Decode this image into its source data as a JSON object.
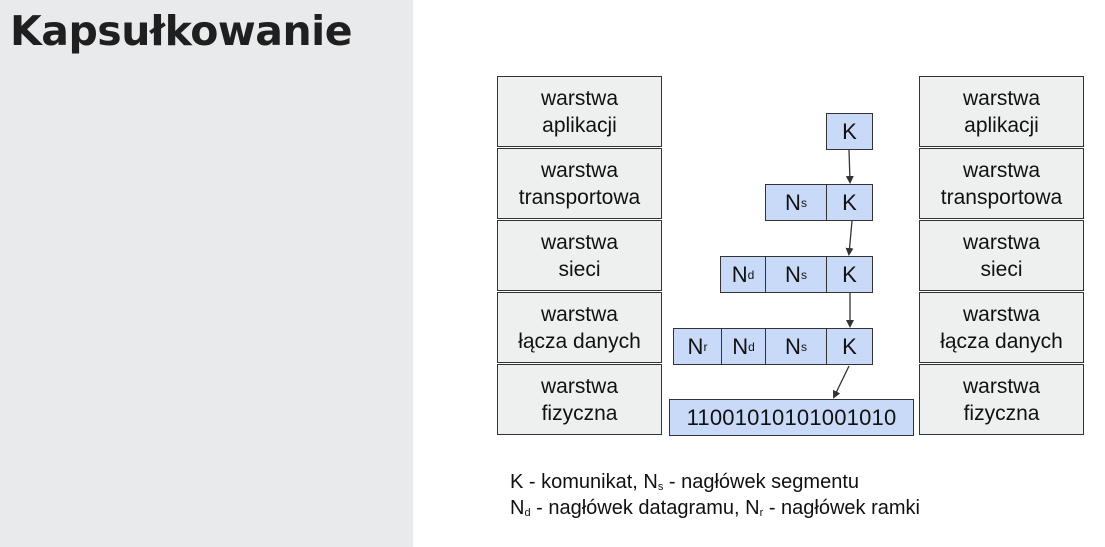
{
  "title": "Kapsułkowanie",
  "left_stack": [
    {
      "line1": "warstwa",
      "line2": "aplikacji"
    },
    {
      "line1": "warstwa",
      "line2": "transportowa"
    },
    {
      "line1": "warstwa",
      "line2": "sieci"
    },
    {
      "line1": "warstwa",
      "line2": "łącza danych"
    },
    {
      "line1": "warstwa",
      "line2": "fizyczna"
    }
  ],
  "right_stack": [
    {
      "line1": "warstwa",
      "line2": "aplikacji"
    },
    {
      "line1": "warstwa",
      "line2": "transportowa"
    },
    {
      "line1": "warstwa",
      "line2": "sieci"
    },
    {
      "line1": "warstwa",
      "line2": "łącza danych"
    },
    {
      "line1": "warstwa",
      "line2": "fizyczna"
    }
  ],
  "packet": {
    "k": "K",
    "n": "N",
    "sub_s": "s",
    "sub_d": "d",
    "sub_r": "r",
    "bits": "11001010101001010"
  },
  "legend": {
    "line1_a": "K - komunikat, N",
    "line1_sub": "s",
    "line1_b": " - nagłówek segmentu",
    "line2_a": "N",
    "line2_sub1": "d",
    "line2_b": " - nagłówek datagramu,  N",
    "line2_sub2": "r",
    "line2_c": " - nagłówek ramki"
  },
  "colors": {
    "sidebar": "#e8eaeb",
    "layer_fill": "#eef0f0",
    "packet_fill": "#c9daf8"
  }
}
